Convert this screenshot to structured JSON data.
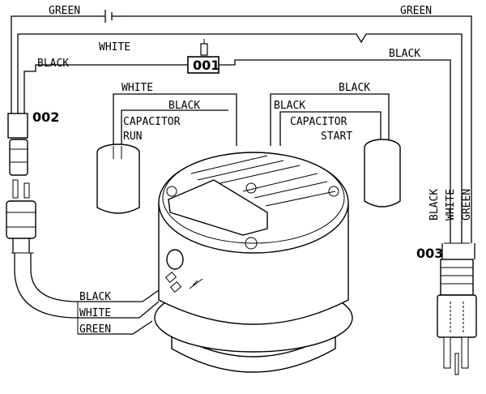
{
  "wires": {
    "top_green_left": "GREEN",
    "top_green_right": "GREEN",
    "top_white": "WHITE",
    "top_black_left": "BLACK",
    "top_black_right": "BLACK",
    "run_white": "WHITE",
    "run_black": "BLACK",
    "start_black_outer": "BLACK",
    "start_black_inner": "BLACK",
    "cord_black": "BLACK",
    "cord_white": "WHITE",
    "cord_green": "GREEN",
    "motor_black": "BLACK",
    "motor_white": "WHITE",
    "motor_green": "GREEN"
  },
  "capacitors": {
    "run_line1": "CAPACITOR",
    "run_line2": "RUN",
    "start_line1": "CAPACITOR",
    "start_line2": "START"
  },
  "parts": {
    "switch": "001",
    "plug_left": "002",
    "plug_right": "003"
  }
}
